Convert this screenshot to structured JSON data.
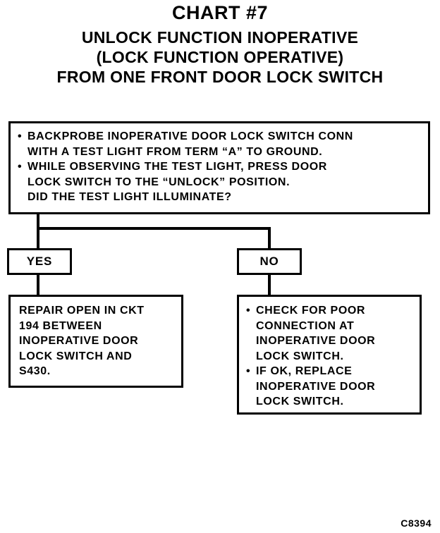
{
  "header": {
    "title": "CHART #7",
    "subtitle_lines": [
      "UNLOCK FUNCTION INOPERATIVE",
      "(LOCK FUNCTION OPERATIVE)",
      "FROM ONE FRONT DOOR LOCK SWITCH"
    ]
  },
  "question_box": {
    "bullets": [
      {
        "lines": [
          "BACKPROBE INOPERATIVE DOOR LOCK SWITCH CONN",
          "WITH A TEST LIGHT FROM TERM “A” TO GROUND."
        ]
      },
      {
        "lines": [
          "WHILE OBSERVING THE TEST LIGHT, PRESS DOOR",
          "LOCK SWITCH TO THE “UNLOCK” POSITION."
        ]
      }
    ],
    "question": "DID THE TEST LIGHT ILLUMINATE?"
  },
  "branches": {
    "yes_label": "YES",
    "no_label": "NO"
  },
  "yes_result": {
    "lines": [
      "REPAIR OPEN IN CKT",
      "194 BETWEEN",
      "INOPERATIVE DOOR",
      "LOCK SWITCH AND",
      "S430."
    ]
  },
  "no_result": {
    "bullets": [
      {
        "lines": [
          "CHECK FOR POOR",
          "CONNECTION AT",
          "INOPERATIVE DOOR",
          "LOCK SWITCH."
        ]
      },
      {
        "lines": [
          "IF OK, REPLACE",
          "INOPERATIVE DOOR",
          "LOCK SWITCH."
        ]
      }
    ]
  },
  "bullet_glyph": "•",
  "figure_code": "C8394"
}
